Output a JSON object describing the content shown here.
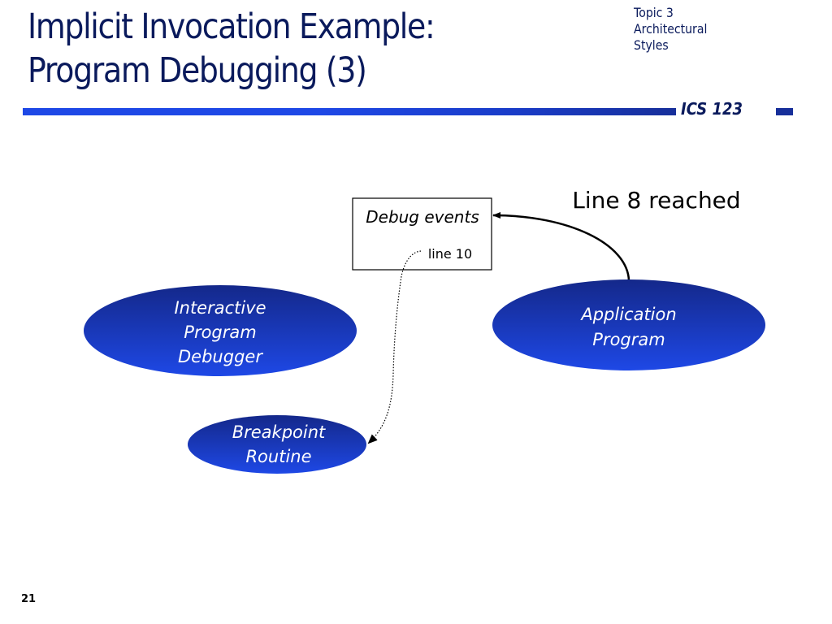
{
  "slide": {
    "title_lines": [
      "Implicit Invocation Example:",
      "Program Debugging (3)"
    ],
    "topic_lines": [
      "Topic 3",
      "Architectural",
      "Styles"
    ],
    "course": "ICS 123",
    "page_number": "21"
  },
  "diagram": {
    "event_box": {
      "label": "Debug events",
      "entry": "line 10"
    },
    "event_label": "Line 8 reached",
    "nodes": [
      {
        "id": "debugger",
        "lines": [
          "Interactive",
          "Program",
          "Debugger"
        ]
      },
      {
        "id": "application",
        "lines": [
          "Application",
          "Program"
        ]
      },
      {
        "id": "breakpoint",
        "lines": [
          "Breakpoint",
          "Routine"
        ]
      }
    ],
    "edges": [
      {
        "from": "application",
        "to": "event_box",
        "style": "solid",
        "label": "Line 8 reached"
      },
      {
        "from": "event_box.line10",
        "to": "breakpoint",
        "style": "dotted"
      }
    ],
    "colors": {
      "title": "#0a1a5c",
      "node_top": "#14288a",
      "node_bottom": "#1e48e6",
      "rule": "#1e48e6"
    }
  }
}
